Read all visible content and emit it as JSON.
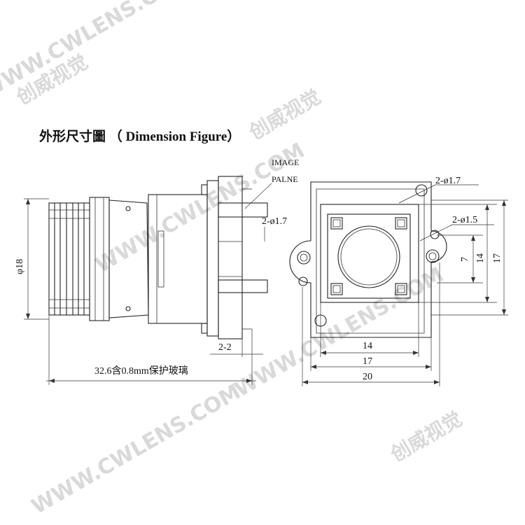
{
  "title": "外形尺寸圖 （ Dimension Figure）",
  "watermark_text": "WWW.CWLENS.COM",
  "watermark_brand": "创威视觉",
  "side_view": {
    "image_plane_line1": "IMAGE",
    "image_plane_line2": "PALNE",
    "diameter": "φ18",
    "hole_spec": "2-ø1.7",
    "offset": "2-2",
    "total_length": "32.6含0.8mm保护玻璃"
  },
  "front_view": {
    "hole_spec_top": "2-ø1.7",
    "hole_spec_small": "2-ø1.5",
    "dim_7": "7",
    "dim_14_v": "14",
    "dim_17_v": "17",
    "dim_14_h": "14",
    "dim_17_h": "17",
    "dim_20_h": "20"
  }
}
